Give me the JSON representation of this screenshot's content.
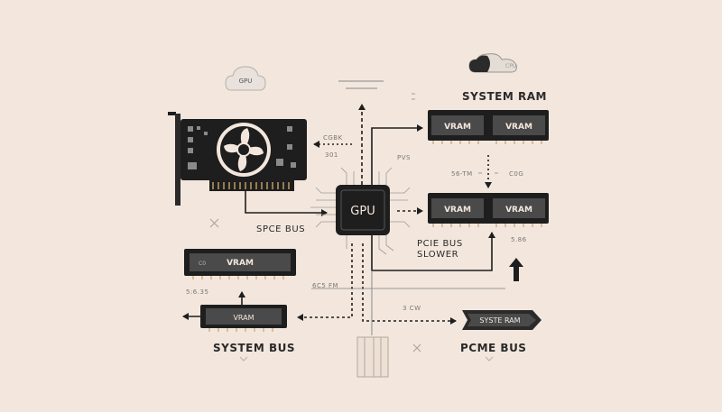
{
  "cloud_top": "GPU",
  "cloud_right": "CPU",
  "chip_label": "GPU",
  "system_ram_label": "SYSTEM RAM",
  "vram_top_left": "VRAM",
  "vram_top_right": "VRAM",
  "vram_mid_left": "VRAM",
  "vram_mid_right": "VRAM",
  "vram_left": "VRAM",
  "vram_left_tag": "C0",
  "vram_bottom": "VRAM",
  "spce_bus": "SPCE BUS",
  "pcie_bus_slower_line1": "PCIE BUS",
  "pcie_bus_slower_line2": "SLOWER",
  "system_bus": "SYSTEM BUS",
  "pcme_bus": "PCME BUS",
  "syste_ram_tag": "SYSTE RAM",
  "small_cgbk": "CGBK",
  "small_301": "301",
  "small_pvs": "PVS",
  "small_56": "56-TM",
  "small_c0g": "C0G",
  "small_586": "5.86",
  "small_5635": "5:6.35",
  "small_6cm": "6C5 FM",
  "small_3cw": "3 CW",
  "colors": {
    "bg": "#f3e7dd",
    "ink": "#1e1e1e",
    "ram_inner": "#4a4a4a",
    "gold": "#c9a46a"
  }
}
